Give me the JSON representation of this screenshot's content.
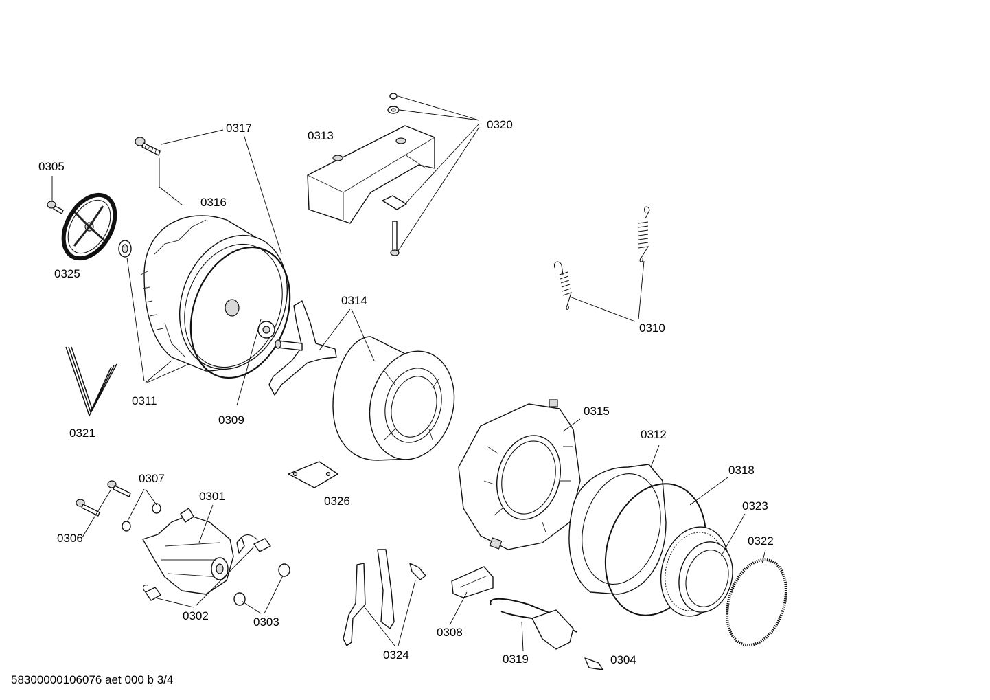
{
  "footer_code": "58300000106076 aet 000 b 3/4",
  "labels": {
    "l0301": "0301",
    "l0302": "0302",
    "l0303": "0303",
    "l0304": "0304",
    "l0305": "0305",
    "l0306": "0306",
    "l0307": "0307",
    "l0308": "0308",
    "l0309": "0309",
    "l0310": "0310",
    "l0311": "0311",
    "l0312": "0312",
    "l0313": "0313",
    "l0314": "0314",
    "l0315": "0315",
    "l0316": "0316",
    "l0317": "0317",
    "l0318": "0318",
    "l0319": "0319",
    "l0320": "0320",
    "l0321": "0321",
    "l0322": "0322",
    "l0323": "0323",
    "l0324": "0324",
    "l0325": "0325",
    "l0326": "0326"
  }
}
